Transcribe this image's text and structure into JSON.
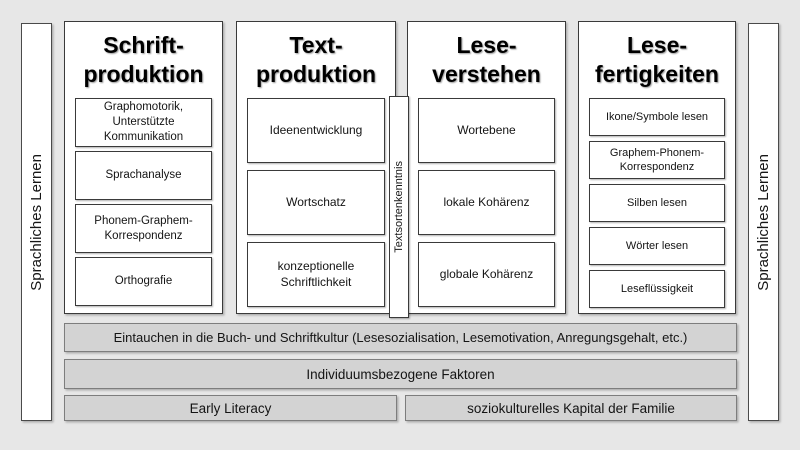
{
  "diagram": {
    "side_bars": {
      "left_label": "Sprachliches Lernen",
      "right_label": "Sprachliches Lernen"
    },
    "columns": [
      {
        "title": "Schrift-\nproduktion",
        "boxes": [
          "Graphomotorik, Unterstützte Kommunikation",
          "Sprachanalyse",
          "Phonem-Graphem-Korrespondenz",
          "Orthografie"
        ]
      },
      {
        "title": "Text-\nproduktion",
        "boxes": [
          "Ideenentwicklung",
          "Wortschatz",
          "konzeptionelle Schriftlichkeit"
        ]
      },
      {
        "title": "Lese-\nverstehen",
        "boxes": [
          "Wortebene",
          "lokale Kohärenz",
          "globale Kohärenz"
        ]
      },
      {
        "title": "Lese-\nfertigkeiten",
        "boxes": [
          "Ikone/Symbole lesen",
          "Graphem-Phonem-Korrespondenz",
          "Silben lesen",
          "Wörter lesen",
          "Leseflüssigkeit"
        ]
      }
    ],
    "divider_label": "Textsortenkenntnis",
    "foundation_bars": {
      "immersion": "Eintauchen in die Buch- und Schriftkultur (Lesesozialisation, Lesemotivation, Anregungsgehalt, etc.)",
      "individual": "Individuumsbezogene Faktoren",
      "early_literacy": "Early Literacy",
      "sociocultural": "soziokulturelles Kapital der Familie"
    },
    "colors": {
      "background": "#e7e7e7",
      "box_fill": "#ffffff",
      "bar_fill": "#d3d3d3",
      "border_dark": "#3a3a3a",
      "border_gray": "#7d7d7d",
      "text": "#111111"
    }
  }
}
